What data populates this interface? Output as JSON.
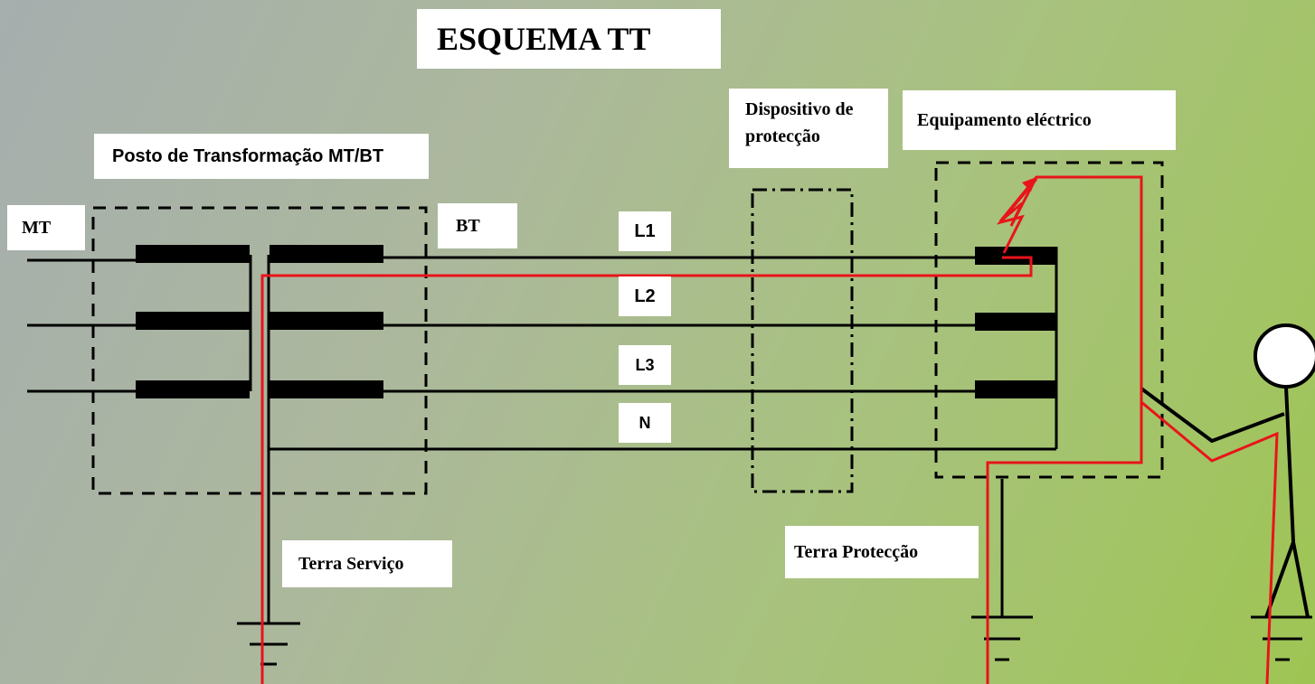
{
  "title": "ESQUEMA TT",
  "labels": {
    "mt": "MT",
    "bt": "BT",
    "posto": "Posto de Transformação MT/BT",
    "dispositivo": "Dispositivo de protecção",
    "equipamento": "Equipamento eléctrico",
    "terra_servico": "Terra Serviço",
    "terra_proteccao": "Terra Protecção"
  },
  "conductors": [
    "L1",
    "L2",
    "L3",
    "N"
  ],
  "colors": {
    "wire": "#000000",
    "fault_path": "#e8141a",
    "label_bg": "#ffffff"
  }
}
